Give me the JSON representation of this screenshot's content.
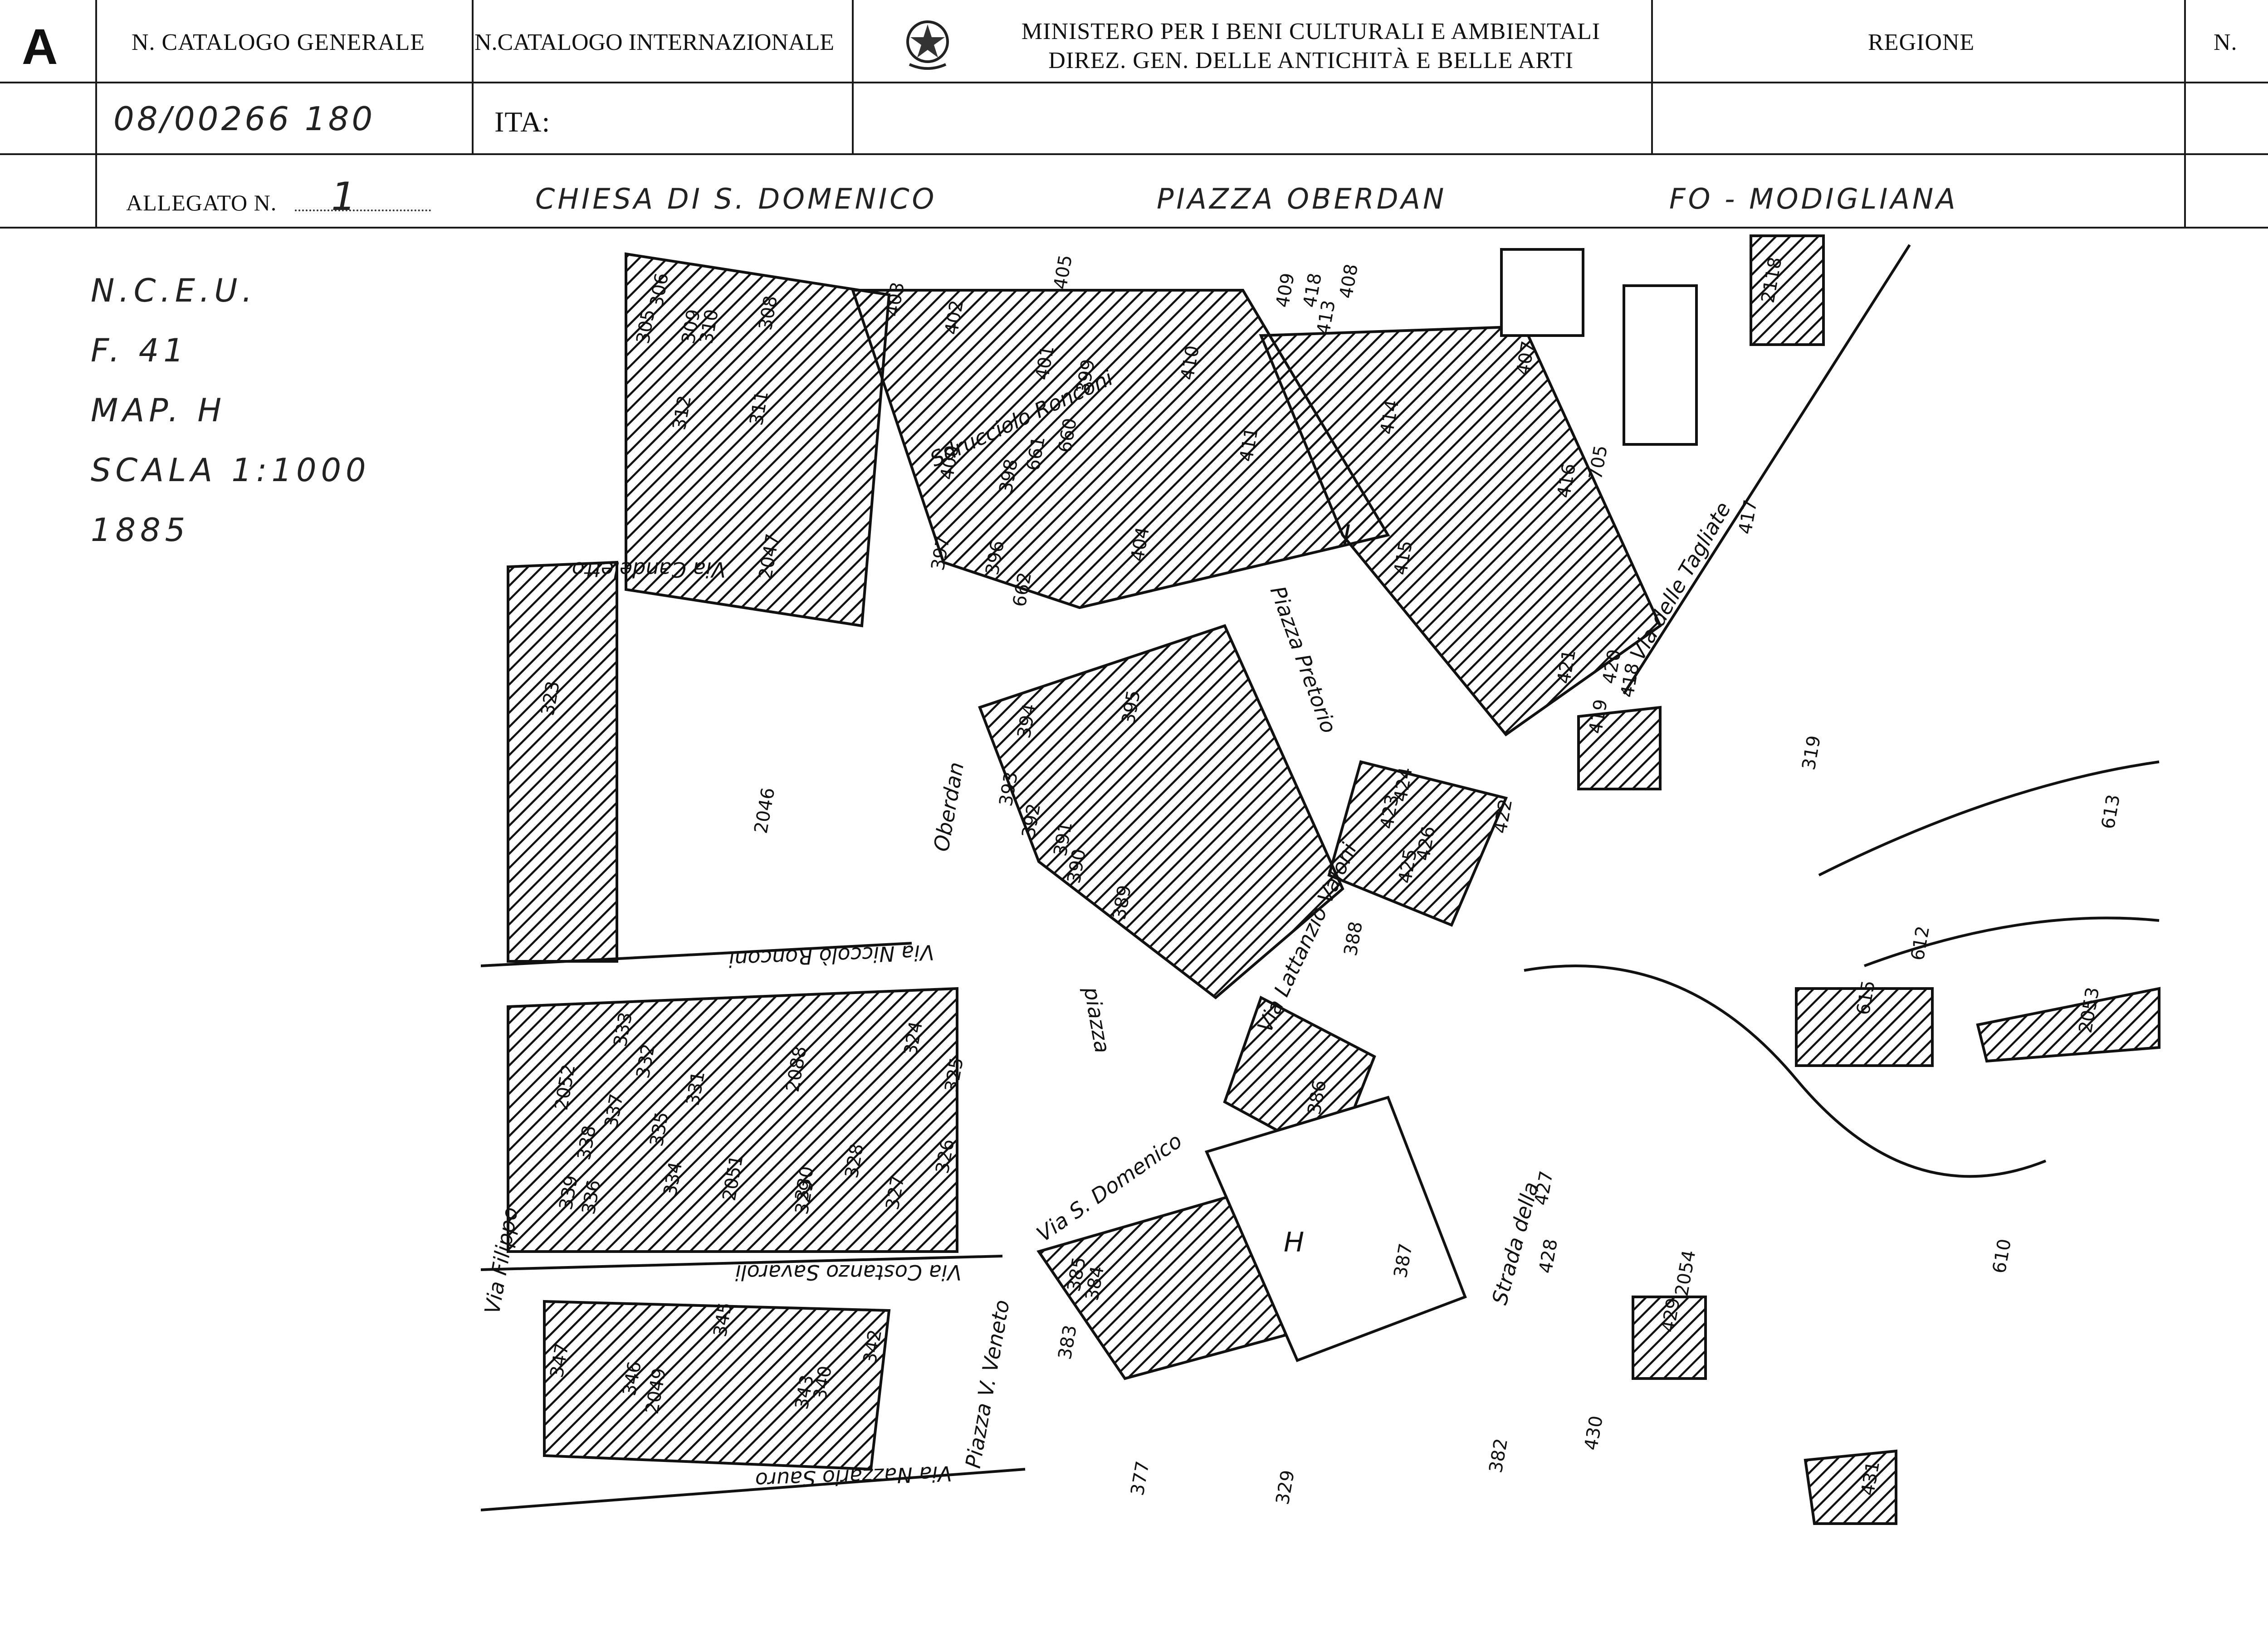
{
  "header": {
    "letter": "A",
    "n_catalogo_generale_label": "N. CATALOGO GENERALE",
    "n_catalogo_internazionale_label": "N.CATALOGO INTERNAZIONALE",
    "ministero_line1": "MINISTERO PER I BENI CULTURALI E AMBIENTALI",
    "ministero_line2": "DIREZ. GEN. DELLE ANTICHITÀ E BELLE ARTI",
    "regione_label": "REGIONE",
    "n_label": "N.",
    "catalogo_generale_value": "08/00266 180",
    "ita_label": "ITA:",
    "allegato_label": "ALLEGATO N.",
    "allegato_value": "1",
    "subject_chiesa": "CHIESA DI S. DOMENICO",
    "subject_piazza": "PIAZZA OBERDAN",
    "subject_place": "FO - MODIGLIANA"
  },
  "notes": [
    "N.C.E.U.",
    "F. 41",
    "MAP. H",
    "SCALA 1:1000",
    "1885"
  ],
  "map": {
    "parcels": [
      "306",
      "305",
      "309",
      "310",
      "308",
      "311",
      "312",
      "2047",
      "323",
      "2046",
      "403",
      "402",
      "405",
      "401",
      "399",
      "400",
      "660",
      "661",
      "398",
      "397",
      "396",
      "662",
      "404",
      "410",
      "411",
      "413",
      "408",
      "409",
      "418",
      "414",
      "407",
      "416",
      "415",
      "417",
      "705",
      "2118",
      "419",
      "418",
      "420",
      "421",
      "394",
      "395",
      "393",
      "392",
      "391",
      "390",
      "389",
      "423",
      "424",
      "422",
      "425",
      "426",
      "388",
      "319",
      "613",
      "612",
      "615",
      "2053",
      "333",
      "332",
      "331",
      "2052",
      "324",
      "325",
      "326",
      "327",
      "328",
      "2088",
      "330",
      "329",
      "2051",
      "334",
      "336",
      "339",
      "338",
      "337",
      "335",
      "386",
      "387",
      "427",
      "428",
      "610",
      "385",
      "384",
      "383",
      "347",
      "346",
      "2049",
      "340",
      "342",
      "343",
      "345",
      "429",
      "2054",
      "430",
      "431",
      "382",
      "329",
      "377"
    ],
    "streets": {
      "via_candeletto": "Via Candeletto",
      "sdrucciolo_ronconi": "Sdrucciolo Ronconi",
      "piazza_pretorio": "Piazza Pretorio",
      "via_delle_tagliate": "Via delle Tagliate",
      "via_niccolo_ronconi": "Via Niccolò Ronconi",
      "oberdan": "Oberdan",
      "piazza": "piazza",
      "via_lattanzio_valoni": "Via Lattanzio Valoni",
      "strada_della": "Strada della",
      "via_s_domenico": "Via S. Domenico",
      "via_costanzo_savaroli": "Via Costanzo Savaroli",
      "via_filippo": "Via Filippo",
      "piazza_v_veneto": "Piazza V. Veneto",
      "via_nazzario_sauro": "Via Nazzario Sauro",
      "h_label": "H",
      "i_label": "I"
    }
  }
}
